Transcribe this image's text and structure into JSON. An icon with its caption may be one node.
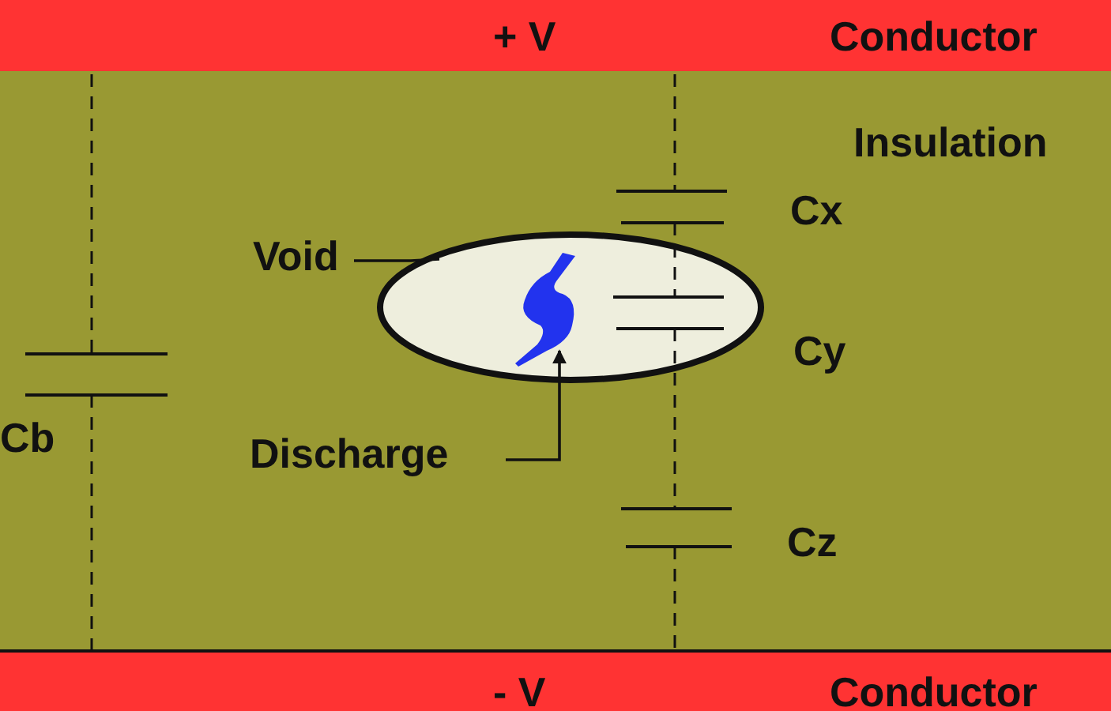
{
  "diagram": {
    "nodes": [
      {
        "text": [
          "+ V",
          "Conductor"
        ]
      },
      {
        "text": [
          "Insulation"
        ]
      },
      {
        "text": [
          "Void"
        ],
        "in": 1
      },
      {
        "text": [],
        "shape": "ellipse",
        "in": 1
      },
      {
        "text": [
          "Discharge"
        ],
        "in": 1
      },
      {
        "text": [],
        "shape": "spark",
        "in": 3
      },
      {
        "text": [
          "- V",
          "Conductor"
        ]
      }
    ],
    "edges": [
      {
        "from": 2,
        "to": 3,
        "arrow": "none"
      },
      {
        "from": 4,
        "to": 5,
        "arrow": "to"
      }
    ],
    "labels": [
      "Cx",
      "Cy",
      "Cb",
      "Cz"
    ]
  }
}
